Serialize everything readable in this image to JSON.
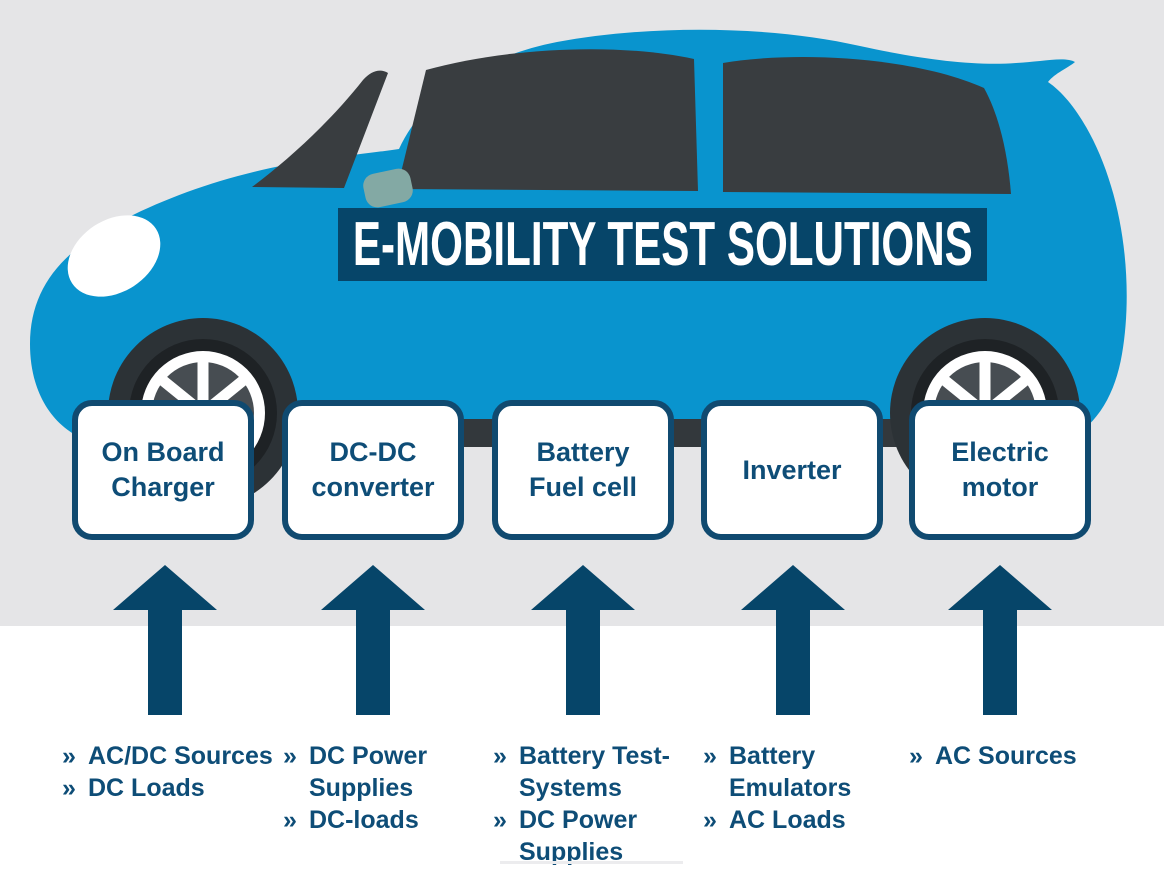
{
  "banner": {
    "title": "E-MOBILITY TEST SOLUTIONS"
  },
  "bullet_char": "»",
  "stations": [
    {
      "label": "On Board\nCharger",
      "solutions": [
        "AC/DC Sources",
        "DC Loads"
      ]
    },
    {
      "label": "DC-DC\nconverter",
      "solutions": [
        "DC Power\nSupplies",
        "DC-loads"
      ]
    },
    {
      "label": "Battery\nFuel cell",
      "solutions": [
        "Battery Test-\nSystems",
        "DC Power\nSupplies"
      ]
    },
    {
      "label": "Inverter",
      "solutions": [
        "Battery\nEmulators",
        "AC Loads"
      ]
    },
    {
      "label": "Electric\nmotor",
      "solutions": [
        "AC Sources"
      ]
    }
  ],
  "colors": {
    "bg-gray": "#e5e5e7",
    "bg-white": "#ffffff",
    "car-blue": "#0994ce",
    "glass-dark": "#393d40",
    "tire-dark": "#2c3236",
    "tire-inner": "#1e2225",
    "spoke-gray": "#474d52",
    "underbody": "#33383c",
    "navy-banner": "#064569",
    "navy-arrow": "#064569",
    "box-border": "#104a70",
    "text-navy": "#0e4d77",
    "mirror-teal": "#83a9a4"
  }
}
